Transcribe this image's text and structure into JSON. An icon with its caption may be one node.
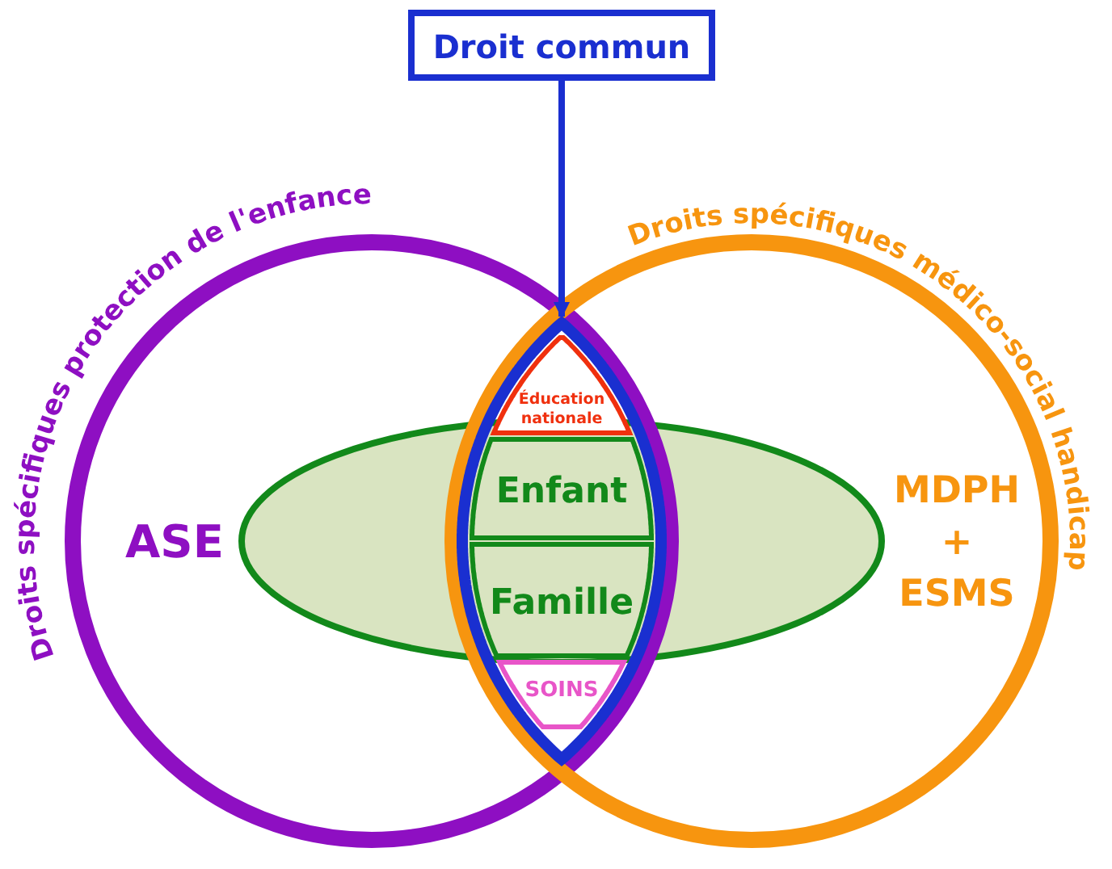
{
  "diagram": {
    "nodes": [
      {
        "text": [
          "Droit commun"
        ]
      },
      {
        "text": [
          "Droits spécifiques protection de l'enfance",
          "ASE"
        ]
      },
      {
        "text": [
          "Droits spécifiques médico-social handicap",
          "MDPH + ESMS"
        ]
      },
      {
        "text": [],
        "shape": "lens"
      },
      {
        "text": [
          "Éducation nationale"
        ],
        "in": 3
      },
      {
        "text": [],
        "shape": "ellipse"
      },
      {
        "text": [
          "Enfant"
        ]
      },
      {
        "text": [
          "Famille"
        ]
      },
      {
        "text": [
          "SOINS"
        ],
        "in": 3
      }
    ],
    "edges": [
      {
        "from": 0,
        "to": 3,
        "arrow": "to"
      }
    ]
  }
}
